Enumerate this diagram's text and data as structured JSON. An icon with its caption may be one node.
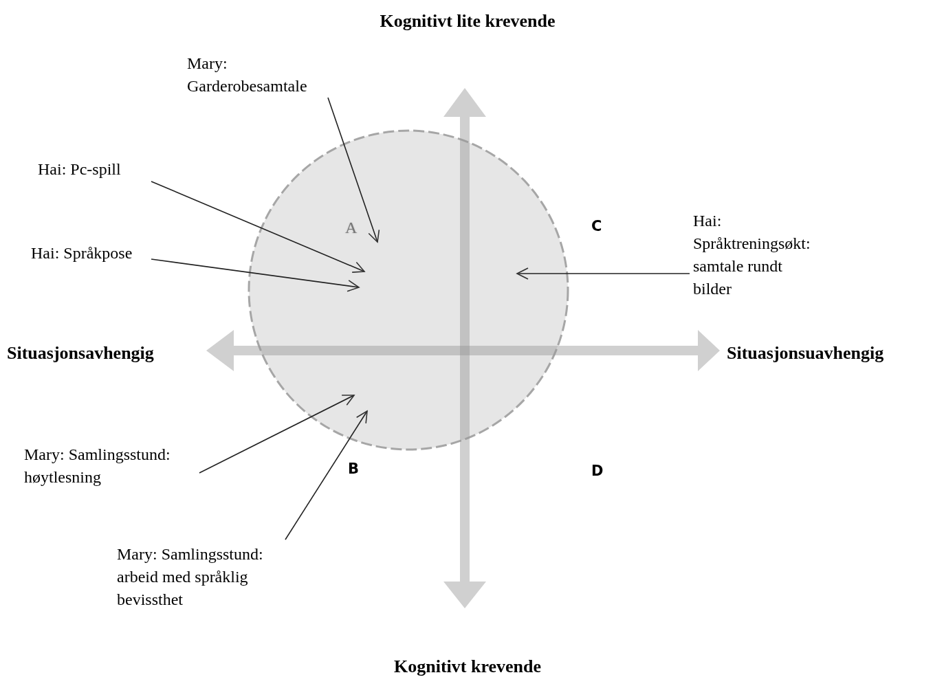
{
  "diagram": {
    "nodes": [
      {
        "text": [
          "Mary: Garderobesamtale"
        ]
      },
      {
        "text": [
          "Hai: Pc-spill"
        ]
      },
      {
        "text": [
          "Hai: Språkpose"
        ]
      },
      {
        "text": [
          "Hai: Språktreningsøkt: samtale rundt bilder"
        ]
      },
      {
        "text": [
          "Mary: Samlingsstund: høytlesning"
        ]
      },
      {
        "text": [
          "Mary: Samlingsstund: arbeid med språklig bevissthet"
        ]
      }
    ],
    "edges": [
      {
        "from": 0,
        "to": null,
        "arrow": "to"
      },
      {
        "from": 1,
        "to": null,
        "arrow": "to"
      },
      {
        "from": 2,
        "to": null,
        "arrow": "to"
      },
      {
        "from": 3,
        "to": null,
        "arrow": "to"
      },
      {
        "from": 4,
        "to": null,
        "arrow": "to"
      },
      {
        "from": 5,
        "to": null,
        "arrow": "to"
      }
    ],
    "labels": [
      "Kognitivt lite krevende",
      "A",
      "C",
      "Situasjonsavhengig",
      "Situasjonsuavhengig",
      "B",
      "D",
      "Kognitivt krevende"
    ]
  }
}
